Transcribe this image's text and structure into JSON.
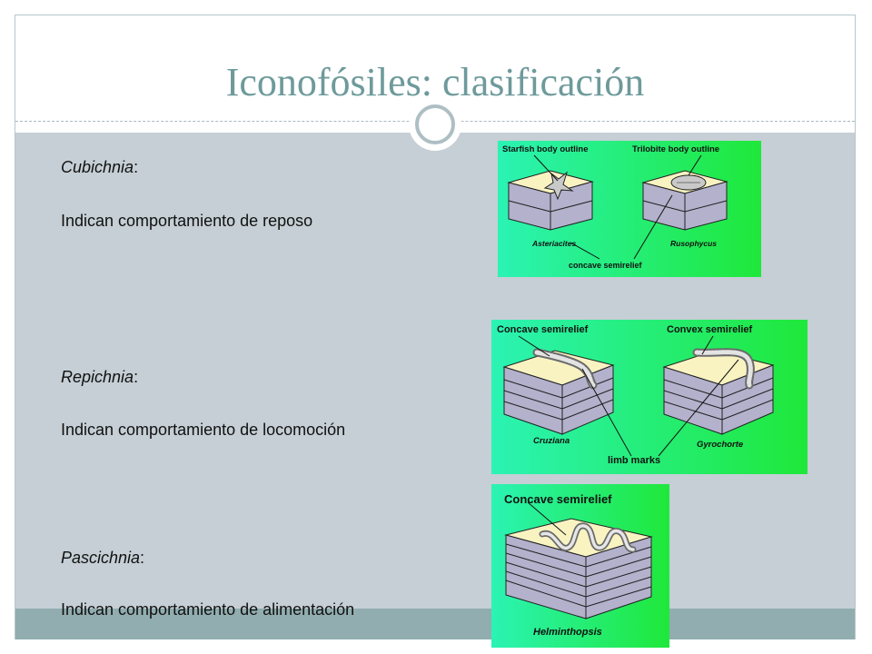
{
  "slide": {
    "title": "Iconofósiles: clasificación",
    "sections": [
      {
        "term": "Cubichnia",
        "colon": ":",
        "description": "Indican comportamiento de reposo"
      },
      {
        "term": "Repichnia",
        "colon": ":",
        "description": "Indican comportamiento de locomoción"
      },
      {
        "term": "Pascichnia",
        "colon": ":",
        "description": "Indican comportamiento de alimentación"
      }
    ]
  },
  "figures": {
    "cubichnia": {
      "label_left": "Starfish body outline",
      "label_right": "Trilobite body outline",
      "name_left": "Asteriacites",
      "name_right": "Rusophycus",
      "bottom_label": "concave semirelief"
    },
    "repichnia": {
      "label_left": "Concave semirelief",
      "label_right": "Convex semirelief",
      "name_left": "Cruziana",
      "name_right": "Gyrochorte",
      "bottom_label": "limb marks"
    },
    "pascichnia": {
      "label_top": "Concave semirelief",
      "name": "Helminthopsis"
    }
  },
  "colors": {
    "title": "#6e9a9b",
    "body_background": "#c5cfd5",
    "bottom_band": "#91adaf",
    "figure_green_light": "#2bf5a0",
    "figure_green_dark": "#1fe83a",
    "block_top": "#f9f3c2",
    "block_side": "#b3b1cc"
  }
}
